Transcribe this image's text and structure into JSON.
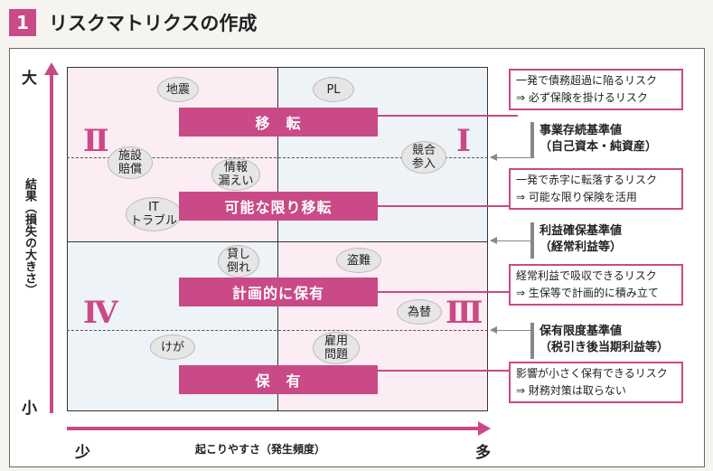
{
  "header": {
    "number": "1",
    "title": "リスクマトリクスの作成"
  },
  "axes": {
    "y_top": "大",
    "y_bottom": "小",
    "y_label": "結果（損失の大きさ）",
    "x_left": "少",
    "x_right": "多",
    "x_label": "起こりやすさ（発生頻度）"
  },
  "quadrants": {
    "q1": "Ⅰ",
    "q2": "Ⅱ",
    "q3": "Ⅲ",
    "q4": "Ⅳ"
  },
  "risks": {
    "jishin": "地震",
    "pl": "PL",
    "shisetsu": "施設\n賠償",
    "kyogo": "競合\n参入",
    "joho": "情報\n漏えい",
    "it": "IT\nトラブル",
    "kashidaore": "貸し\n倒れ",
    "tonan": "盗難",
    "kawase": "為替",
    "kega": "けが",
    "koyo": "雇用\n問題"
  },
  "strategies": {
    "iten": "移　転",
    "kanou": "可能な限り移転",
    "keikaku": "計画的に保有",
    "hoyu": "保　有"
  },
  "notes": {
    "n1": {
      "line1": "一発で債務超過に陥るリスク",
      "line2": "⇒ 必ず保険を掛けるリスク"
    },
    "n2": {
      "line1": "一発で赤字に転落するリスク",
      "line2": "⇒ 可能な限り保険を活用"
    },
    "n3": {
      "line1": "経常利益で吸収できるリスク",
      "line2": "⇒ 生保等で計画的に積み立て"
    },
    "n4": {
      "line1": "影響が小さく保有できるリスク",
      "line2": "⇒ 財務対策は取らない"
    }
  },
  "standards": {
    "s1": {
      "name": "事業存続基準値",
      "sub": "（自己資本・純資産）"
    },
    "s2": {
      "name": "利益確保基準値",
      "sub": "（経常利益等）"
    },
    "s3": {
      "name": "保有限度基準値",
      "sub": "（税引き後当期利益等）"
    }
  },
  "colors": {
    "accent": "#c94a86",
    "pink_bg": "#fbedf3",
    "blue_bg": "#eef3f8"
  }
}
